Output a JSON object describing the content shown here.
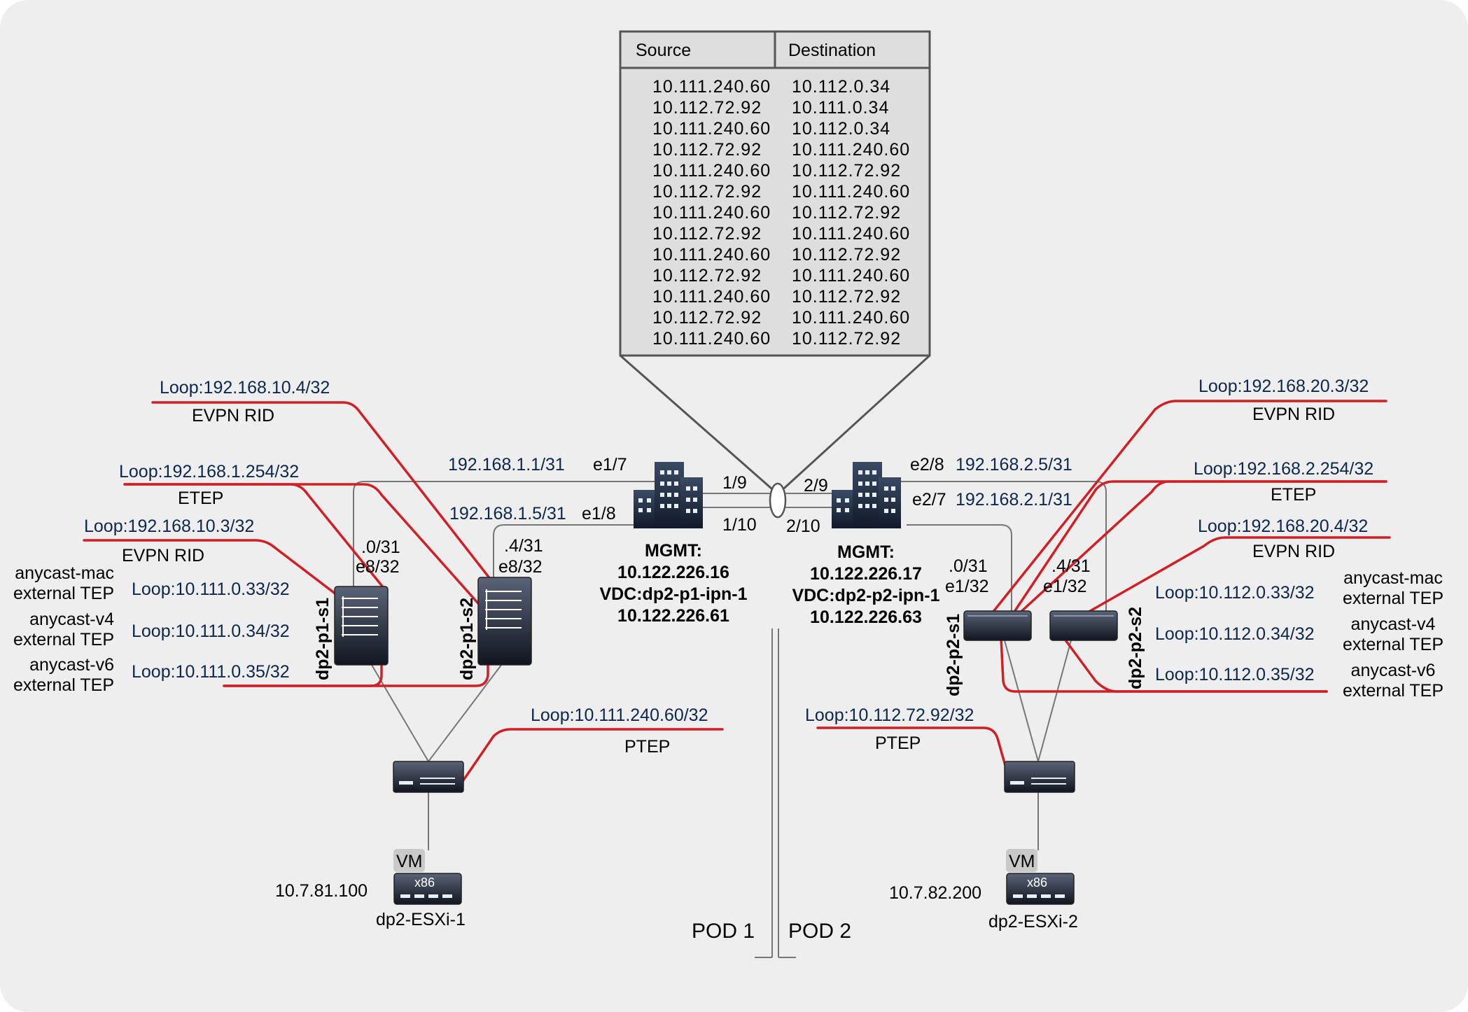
{
  "colors": {
    "background": "#eeeeee",
    "red_link": "#d11f26",
    "gray_link": "#777777",
    "label_blue": "#0d274d"
  },
  "flow_table": {
    "headers": [
      "Source",
      "Destination"
    ],
    "rows": [
      [
        "10.111.240.60",
        "10.112.0.34"
      ],
      [
        "10.112.72.92",
        "10.111.0.34"
      ],
      [
        "10.111.240.60",
        "10.112.0.34"
      ],
      [
        "10.112.72.92",
        "10.111.240.60"
      ],
      [
        "10.111.240.60",
        "10.112.72.92"
      ],
      [
        "10.112.72.92",
        "10.111.240.60"
      ],
      [
        "10.111.240.60",
        "10.112.72.92"
      ],
      [
        "10.112.72.92",
        "10.111.240.60"
      ],
      [
        "10.111.240.60",
        "10.112.72.92"
      ],
      [
        "10.112.72.92",
        "10.111.240.60"
      ],
      [
        "10.111.240.60",
        "10.112.72.92"
      ],
      [
        "10.112.72.92",
        "10.111.240.60"
      ],
      [
        "10.111.240.60",
        "10.112.72.92"
      ]
    ]
  },
  "pod1": {
    "loop_evpn_rid_top": "Loop:192.168.10.4/32",
    "evpn_rid_top": "EVPN RID",
    "loop_etep": "Loop:192.168.1.254/32",
    "etep": "ETEP",
    "loop_evpn_rid_bottom": "Loop:192.168.10.3/32",
    "evpn_rid_bottom": "EVPN RID",
    "anycast_mac": [
      "anycast-mac",
      "external TEP"
    ],
    "anycast_v4": [
      "anycast-v4",
      "external TEP"
    ],
    "anycast_v6": [
      "anycast-v6",
      "external TEP"
    ],
    "loop_mac": "Loop:10.111.0.33/32",
    "loop_v4": "Loop:10.111.0.34/32",
    "loop_v6": "Loop:10.111.0.35/32",
    "s1_name": "dp2-p1-s1",
    "s2_name": "dp2-p1-s2",
    "s1_addr": ".0/31",
    "s1_if": "e8/32",
    "s2_addr": ".4/31",
    "s2_if": "e8/32",
    "link1_ip": "192.168.1.1/31",
    "link1_if": "e1/7",
    "link2_ip": "192.168.1.5/31",
    "link2_if": "e1/8",
    "ipn_port_a": "1/9",
    "ipn_port_b": "1/10",
    "mgmt": [
      "MGMT:",
      "10.122.226.16",
      "VDC:dp2-p1-ipn-1",
      "10.122.226.61"
    ],
    "loop_ptep": "Loop:10.111.240.60/32",
    "ptep": "PTEP",
    "vm": "VM",
    "x86": "x86",
    "host_ip": "10.7.81.100",
    "host_name": "dp2-ESXi-1",
    "pod_label": "POD 1"
  },
  "pod2": {
    "loop_evpn_rid_top": "Loop:192.168.20.3/32",
    "evpn_rid_top": "EVPN RID",
    "loop_etep": "Loop:192.168.2.254/32",
    "etep": "ETEP",
    "loop_evpn_rid_bottom": "Loop:192.168.20.4/32",
    "evpn_rid_bottom": "EVPN RID",
    "anycast_mac": [
      "anycast-mac",
      "external TEP"
    ],
    "anycast_v4": [
      "anycast-v4",
      "external TEP"
    ],
    "anycast_v6": [
      "anycast-v6",
      "external TEP"
    ],
    "loop_mac": "Loop:10.112.0.33/32",
    "loop_v4": "Loop:10.112.0.34/32",
    "loop_v6": "Loop:10.112.0.35/32",
    "s1_name": "dp2-p2-s1",
    "s2_name": "dp2-p2-s2",
    "s1_addr": ".0/31",
    "s1_if": "e1/32",
    "s2_addr": ".4/31",
    "s2_if": "e1/32",
    "link1_ip": "192.168.2.5/31",
    "link1_if": "e2/8",
    "link2_ip": "192.168.2.1/31",
    "link2_if": "e2/7",
    "ipn_port_a": "2/9",
    "ipn_port_b": "2/10",
    "mgmt": [
      "MGMT:",
      "10.122.226.17",
      "VDC:dp2-p2-ipn-1",
      "10.122.226.63"
    ],
    "loop_ptep": "Loop:10.112.72.92/32",
    "ptep": "PTEP",
    "vm": "VM",
    "x86": "x86",
    "host_ip": "10.7.82.200",
    "host_name": "dp2-ESXi-2",
    "pod_label": "POD 2"
  }
}
